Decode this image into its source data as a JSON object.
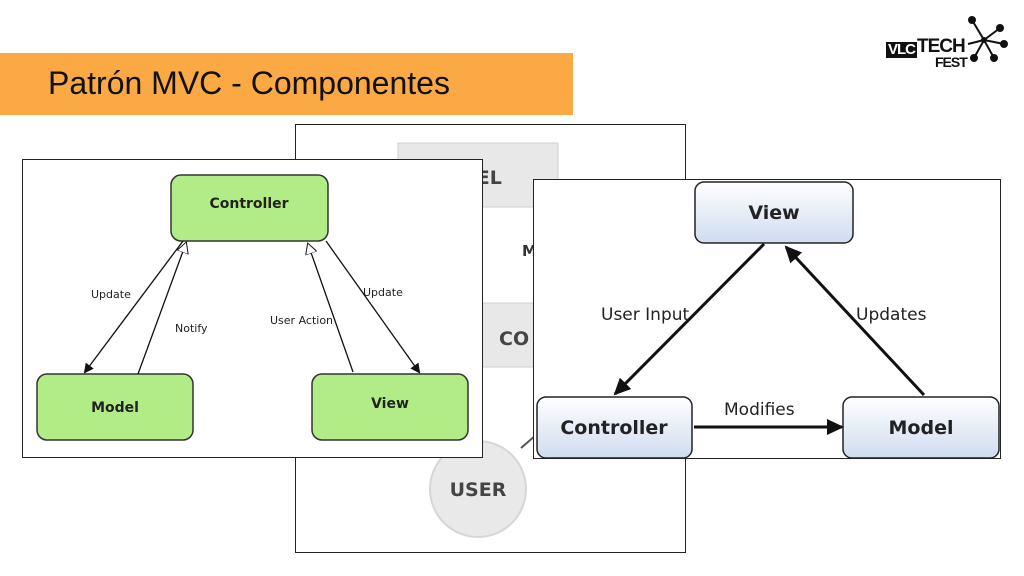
{
  "slide": {
    "title": "Patrón MVC - Componentes"
  },
  "logo": {
    "vlc": "VLC",
    "tech": "TECH",
    "fest": "FEST"
  },
  "back_diagram": {
    "model_label": "DEL",
    "middle_label": "M",
    "controller_label": "CO",
    "user_label": "USER"
  },
  "left_diagram": {
    "controller": "Controller",
    "model": "Model",
    "view": "View",
    "update_left": "Update",
    "notify": "Notify",
    "user_action": "User Action",
    "update_right": "Update",
    "box_color": "#b2ec86"
  },
  "right_diagram": {
    "view": "View",
    "controller": "Controller",
    "model": "Model",
    "user_input": "User Input",
    "updates": "Updates",
    "modifies": "Modifies"
  },
  "colors": {
    "title_bar": "#fba944",
    "green_box": "#b2ec86",
    "blue_box_top": "#ffffff",
    "blue_box_bottom": "#cfdcef"
  }
}
